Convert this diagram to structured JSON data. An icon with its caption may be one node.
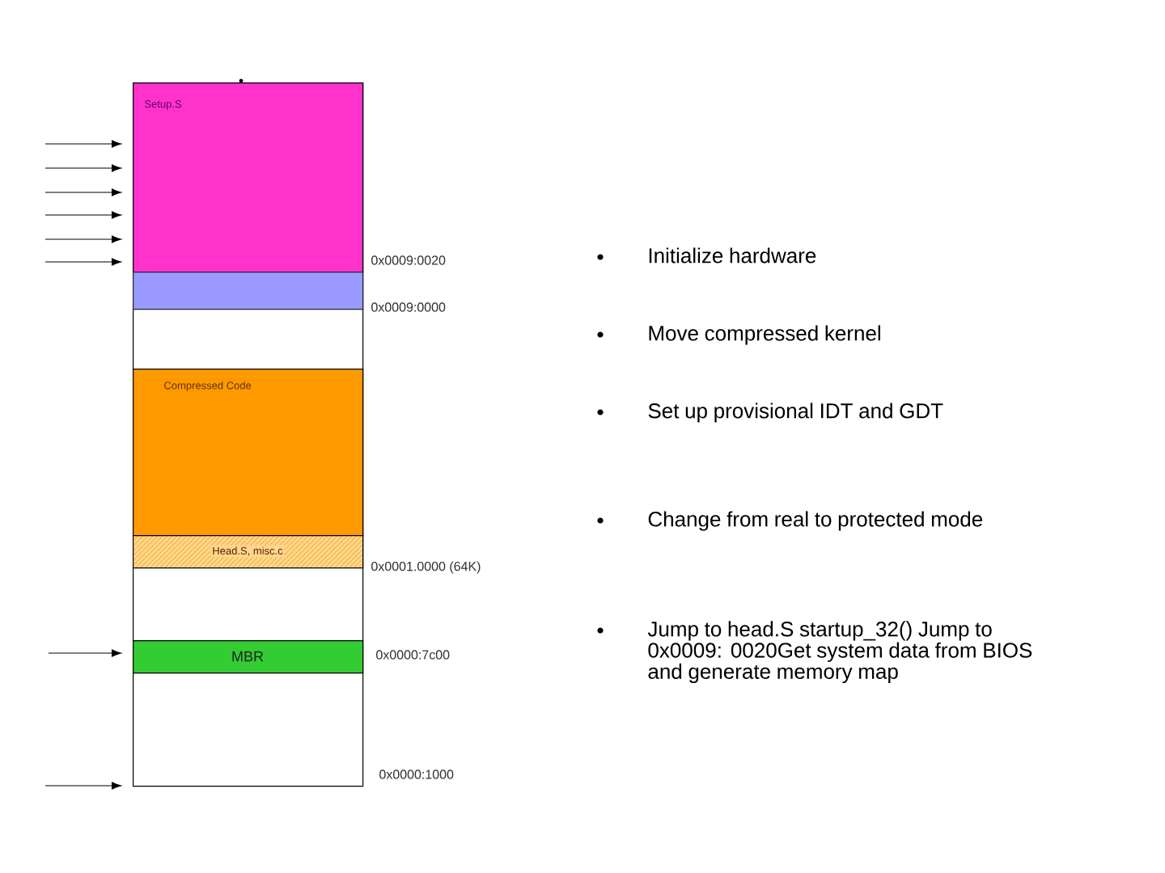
{
  "diagram": {
    "nodes": [
      {
        "text": [],
        "shape": "box"
      },
      {
        "text": [
          "Setup.S"
        ],
        "in": 0
      },
      {
        "text": [],
        "shape": "bar",
        "in": 0
      },
      {
        "text": [
          "Compressed Code"
        ],
        "in": 0
      },
      {
        "text": [
          "Head.S, misc.c"
        ],
        "in": 0
      },
      {
        "text": [
          "MBR"
        ],
        "in": 0
      }
    ],
    "edges": [
      {
        "from": null,
        "to": 1,
        "arrow": "to"
      },
      {
        "from": null,
        "to": 1,
        "arrow": "to"
      },
      {
        "from": null,
        "to": 1,
        "arrow": "to"
      },
      {
        "from": null,
        "to": 1,
        "arrow": "to"
      },
      {
        "from": null,
        "to": 1,
        "arrow": "to"
      },
      {
        "from": null,
        "to": 1,
        "arrow": "to"
      },
      {
        "from": null,
        "to": 5,
        "arrow": "to"
      },
      {
        "from": null,
        "to": 0,
        "arrow": "to"
      }
    ],
    "labels": [
      "0x0009:0020",
      "0x0009:0000",
      "0x0001.0000 (64K)",
      "0x0000:7c00",
      "0x0000:1000",
      "Initialize hardware",
      "Move compressed kernel",
      "Set up provisional IDT and GDT",
      "Change from real to protected mode",
      "Jump to head.S startup_32() Jump to 0x0009: 0020Get system data from BIOS and generate memory map"
    ]
  }
}
